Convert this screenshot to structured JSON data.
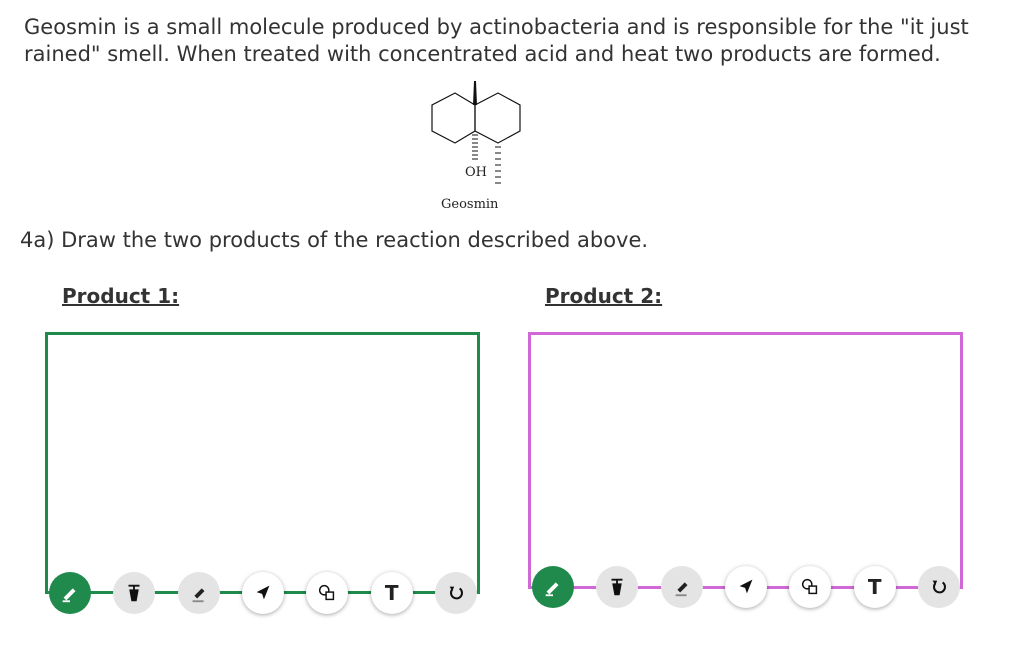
{
  "intro": {
    "line1": "Geosmin is a small molecule produced by actinobacteria and is responsible for the \"it just",
    "line2": "rained\" smell. When treated with concentrated acid and heat two products are formed."
  },
  "molecule": {
    "oh_label": "OH",
    "name": "Geosmin"
  },
  "question": "4a) Draw the two products of the reaction described above.",
  "products": [
    {
      "label": "Product 1:",
      "border_color": "#1f8a4c"
    },
    {
      "label": "Product 2:",
      "border_color": "#d069d6"
    }
  ],
  "toolbar": {
    "tools": [
      "pencil-icon",
      "cursor-tool-icon",
      "eraser-icon",
      "arrow-icon",
      "shapes-icon",
      "text-tool",
      "undo-icon"
    ],
    "text_tool_label": "T",
    "active_color": "#1f8a4c"
  }
}
